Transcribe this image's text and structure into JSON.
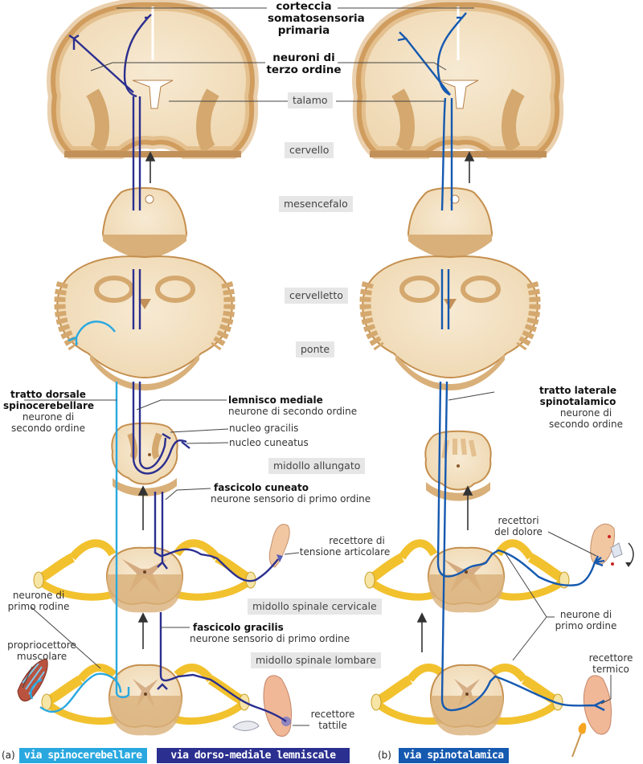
{
  "colors": {
    "spinocerebellar": "#29a8e0",
    "lemniscal": "#2b2f8f",
    "spinothalamic": "#1559b0",
    "tissue_light": "#f3e0c0",
    "tissue_dark": "#d4a86e",
    "nerve": "#f2c12e",
    "region_bg": "#e6e6e6",
    "leader": "#333333"
  },
  "top_labels": {
    "cortex": [
      "corteccia",
      "somatosensoria",
      "primaria"
    ],
    "third_order": [
      "neuroni di",
      "terzo ordine"
    ]
  },
  "regions": {
    "talamo": "talamo",
    "cervello": "cervello",
    "mesencefalo": "mesencefalo",
    "cervelletto": "cervelletto",
    "ponte": "ponte",
    "midollo_allungato": "midollo allungato",
    "cervicale": "midollo spinale cervicale",
    "lombare": "midollo spinale lombare"
  },
  "panel_a": {
    "letter": "(a)",
    "dorsal_tract": {
      "title1": "tratto dorsale",
      "title2": "spinocerebellare",
      "sub1": "neurone di",
      "sub2": "secondo ordine"
    },
    "medial_lemniscus": {
      "title": "lemnisco mediale",
      "sub": "neurone di secondo ordine"
    },
    "nucleus_gracilis": "nucleo gracilis",
    "nucleus_cuneatus": "nucleo cuneatus",
    "fasciculus_cuneatus": {
      "title": "fascicolo cuneato",
      "sub": "neurone sensorio di primo ordine"
    },
    "joint_receptor": [
      "recettore di",
      "tensione articolare"
    ],
    "first_order": [
      "neurone di",
      "primo rodine"
    ],
    "fasciculus_gracilis": {
      "title": "fascicolo gracilis",
      "sub": "neurone sensorio di primo ordine"
    },
    "proprioceptor": [
      "propriocettore",
      "muscolare"
    ],
    "tactile_receptor": [
      "recettore",
      "tattile"
    ],
    "legend_spinocerebellar": "via spinocerebellare",
    "legend_lemniscal": "via dorso-mediale lemniscale"
  },
  "panel_b": {
    "letter": "(b)",
    "lateral_tract": {
      "title1": "tratto laterale",
      "title2": "spinotalamico",
      "sub1": "neurone di",
      "sub2": "secondo ordine"
    },
    "pain_receptors": [
      "recettori",
      "del dolore"
    ],
    "first_order": [
      "neurone di",
      "primo ordine"
    ],
    "thermal_receptor": [
      "recettore",
      "termico"
    ],
    "legend_spinothalamic": "via spinotalamica"
  }
}
